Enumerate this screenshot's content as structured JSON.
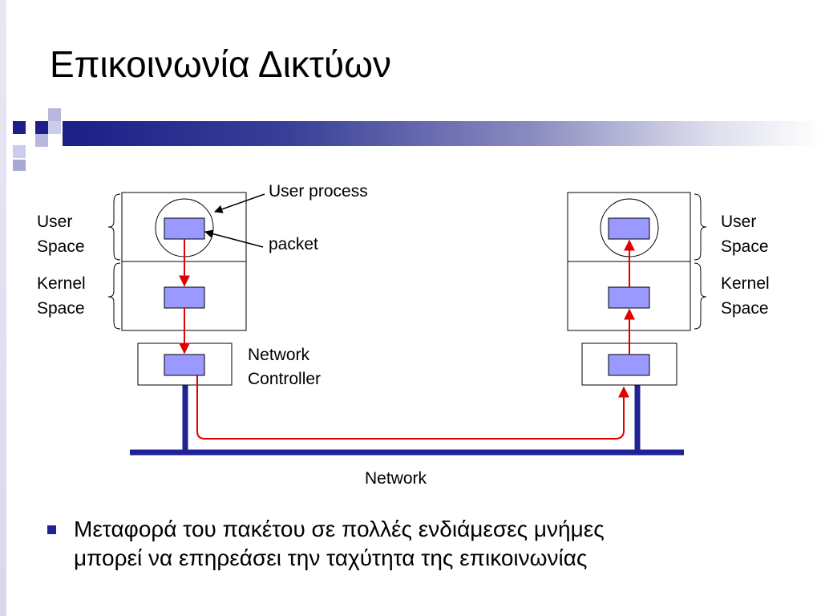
{
  "slide": {
    "title": "Επικοινωνία Δικτύων",
    "colors": {
      "accent": "#1b1f87",
      "packet_fill": "#9999ff",
      "data_path": "#e00000",
      "network_line": "#1f2395"
    }
  },
  "diagram": {
    "labels": {
      "user_process": "User process",
      "packet": "packet",
      "network_controller": [
        "Network",
        "Controller"
      ],
      "network": "Network"
    },
    "left_host": {
      "user_space": [
        "User",
        "Space"
      ],
      "kernel_space": [
        "Kernel",
        "Space"
      ]
    },
    "right_host": {
      "user_space": [
        "User",
        "Space"
      ],
      "kernel_space": [
        "Kernel",
        "Space"
      ]
    }
  },
  "bullets": [
    {
      "lines": [
        "Μεταφορά του πακέτου σε πολλές ενδιάμεσες μνήμες",
        "μπορεί να επηρεάσει την ταχύτητα της επικοινωνίας"
      ]
    }
  ]
}
